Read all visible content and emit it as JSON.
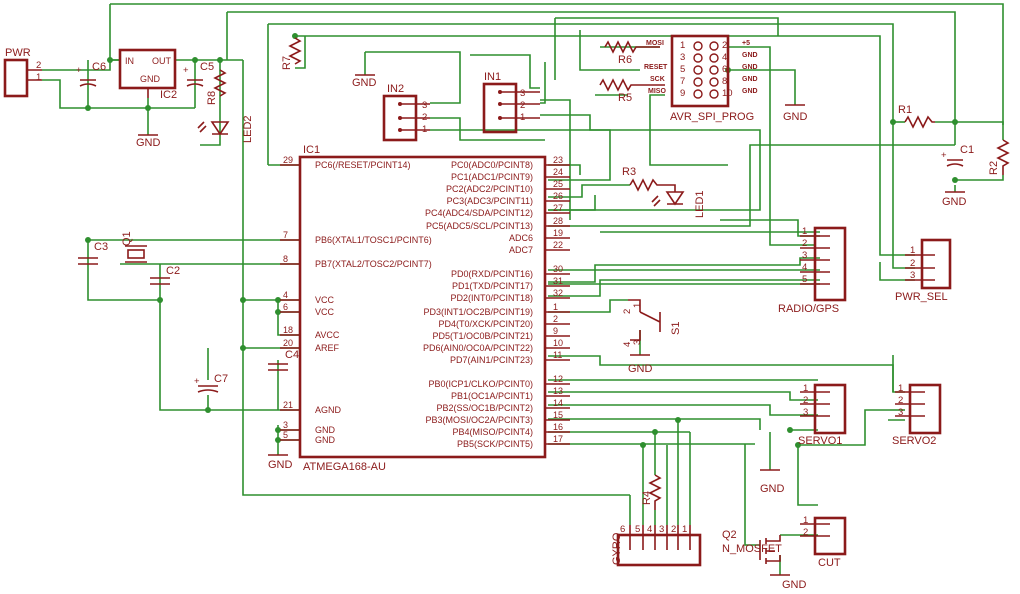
{
  "ic1": {
    "name": "IC1",
    "value": "ATMEGA168-AU",
    "left_pins": [
      {
        "num": "29",
        "label": "PC6(/RESET/PCINT14)"
      },
      {
        "num": "7",
        "label": "PB6(XTAL1/TOSC1/PCINT6)"
      },
      {
        "num": "8",
        "label": "PB7(XTAL2/TOSC2/PCINT7)"
      },
      {
        "num": "4",
        "label": "VCC"
      },
      {
        "num": "6",
        "label": "VCC"
      },
      {
        "num": "18",
        "label": "AVCC"
      },
      {
        "num": "20",
        "label": "AREF"
      },
      {
        "num": "21",
        "label": "AGND"
      },
      {
        "num": "3",
        "label": "GND"
      },
      {
        "num": "5",
        "label": "GND"
      }
    ],
    "right_pins": [
      {
        "num": "23",
        "label": "PC0(ADC0/PCINT8)"
      },
      {
        "num": "24",
        "label": "PC1(ADC1/PCINT9)"
      },
      {
        "num": "25",
        "label": "PC2(ADC2/PCINT10)"
      },
      {
        "num": "26",
        "label": "PC3(ADC3/PCINT11)"
      },
      {
        "num": "27",
        "label": "PC4(ADC4/SDA/PCINT12)"
      },
      {
        "num": "28",
        "label": "PC5(ADC5/SCL/PCINT13)"
      },
      {
        "num": "19",
        "label": "ADC6"
      },
      {
        "num": "22",
        "label": "ADC7"
      },
      {
        "num": "30",
        "label": "PD0(RXD/PCINT16)"
      },
      {
        "num": "31",
        "label": "PD1(TXD/PCINT17)"
      },
      {
        "num": "32",
        "label": "PD2(INT0/PCINT18)"
      },
      {
        "num": "1",
        "label": "PD3(INT1/OC2B/PCINT19)"
      },
      {
        "num": "2",
        "label": "PD4(T0/XCK/PCINT20)"
      },
      {
        "num": "9",
        "label": "PD5(T1/OC0B/PCINT21)"
      },
      {
        "num": "10",
        "label": "PD6(AIN0/OC0A/PCINT22)"
      },
      {
        "num": "11",
        "label": "PD7(AIN1/PCINT23)"
      },
      {
        "num": "12",
        "label": "PB0(ICP1/CLKO/PCINT0)"
      },
      {
        "num": "13",
        "label": "PB1(OC1A/PCINT1)"
      },
      {
        "num": "14",
        "label": "PB2(SS/OC1B/PCINT2)"
      },
      {
        "num": "15",
        "label": "PB3(MOSI/OC2A/PCINT3)"
      },
      {
        "num": "16",
        "label": "PB4(MISO/PCINT4)"
      },
      {
        "num": "17",
        "label": "PB5(SCK/PCINT5)"
      }
    ]
  },
  "parts": {
    "pwr": "PWR",
    "c6": "C6",
    "ic2": "IC2",
    "ic2_in": "IN",
    "ic2_out": "OUT",
    "ic2_gnd": "GND",
    "c5": "C5",
    "r8": "R8",
    "led2": "LED2",
    "r7": "R7",
    "in2": "IN2",
    "in1": "IN1",
    "r6": "R6",
    "r5": "R5",
    "avr": "AVR_SPI_PROG",
    "r1": "R1",
    "c1": "C1",
    "r2": "R2",
    "r3": "R3",
    "led1": "LED1",
    "c3": "C3",
    "q1": "Q1",
    "c2": "C2",
    "c7": "C7",
    "c4": "C4",
    "radio": "RADIO/GPS",
    "pwr_sel": "PWR_SEL",
    "s1": "S1",
    "servo1": "SERVO1",
    "servo2": "SERVO2",
    "gyro": "GYRO",
    "r4": "R4",
    "q2": "Q2",
    "q2_val": "N_MOSFET",
    "cut": "CUT",
    "gnd": "GND"
  },
  "spi": {
    "left_signals": [
      "MOSI",
      "RESET",
      "SCK",
      "MISO"
    ],
    "right_signals": [
      "+5",
      "GND",
      "GND",
      "GND",
      "GND"
    ],
    "odd_pins": [
      "1",
      "3",
      "5",
      "7",
      "9"
    ],
    "even_pins": [
      "2",
      "4",
      "6",
      "8",
      "10"
    ]
  },
  "pin_nums": {
    "pwr": [
      "2",
      "1"
    ],
    "in": [
      "3",
      "2",
      "1"
    ],
    "radio": [
      "1",
      "2",
      "3",
      "4",
      "5"
    ],
    "pwr_sel": [
      "1",
      "2",
      "3"
    ],
    "servo": [
      "1",
      "2",
      "3"
    ],
    "cut": [
      "1",
      "2"
    ],
    "gyro": [
      "6",
      "5",
      "4",
      "3",
      "2",
      "1"
    ],
    "s1": [
      "1",
      "2",
      "3",
      "4"
    ]
  },
  "colors": {
    "part": "#8b1a1a",
    "wire": "#2f8f2f",
    "background": "#ffffff"
  }
}
